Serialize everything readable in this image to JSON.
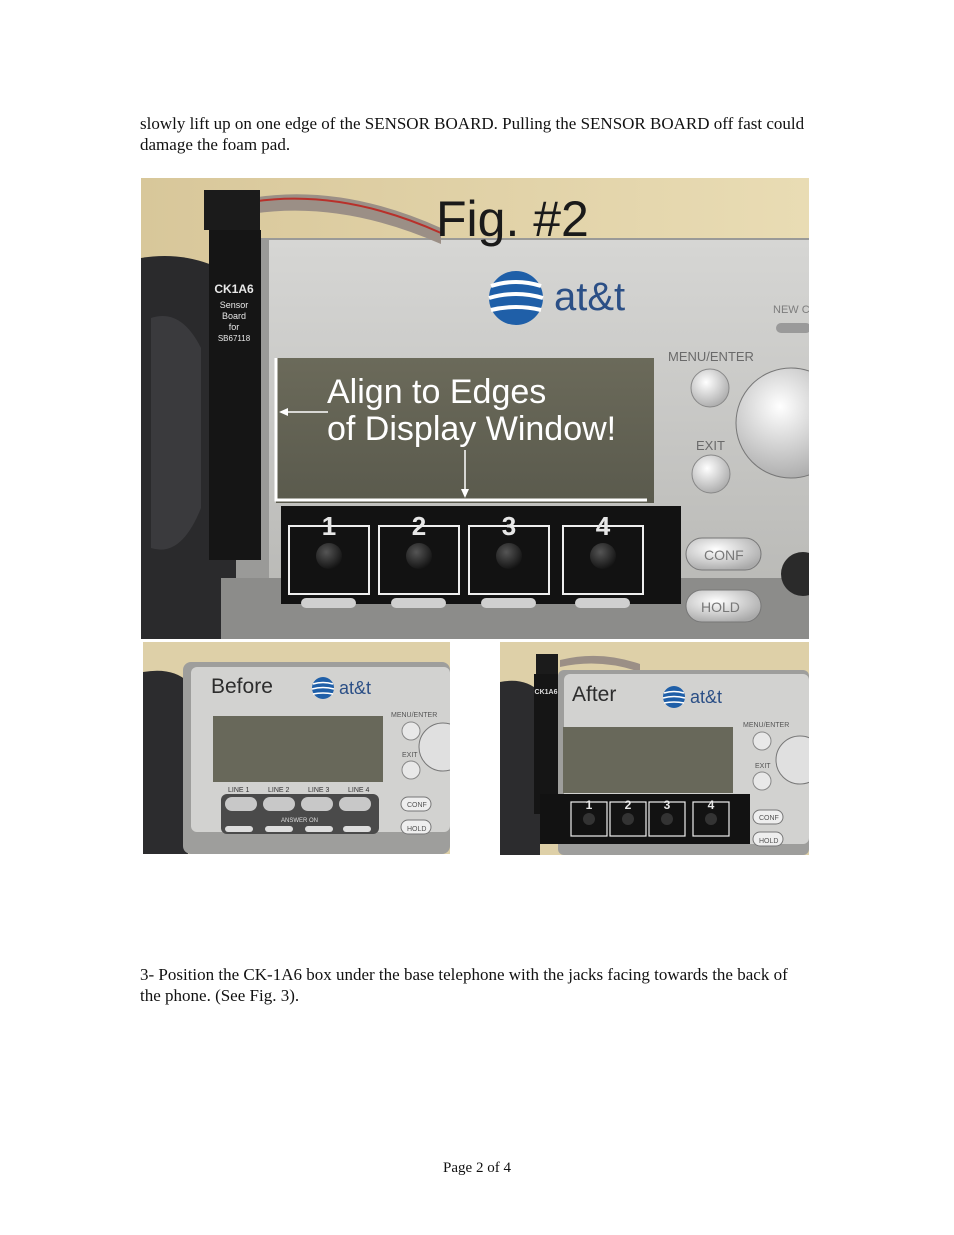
{
  "text": {
    "paragraph_top": "slowly lift up on one edge of the SENSOR BOARD. Pulling the SENSOR BOARD off fast could damage the foam pad.",
    "paragraph_step3": "3- Position the CK-1A6 box under the base telephone with the jacks facing towards the back of the phone. (See Fig. 3).",
    "footer": "Page 2 of 4"
  },
  "figure_main": {
    "title": "Fig. #2",
    "callout_line1": "Align to Edges",
    "callout_line2": "of Display Window!",
    "brand": "at&t",
    "sensor_label": [
      "CK1A6",
      "Sensor",
      "Board",
      "for",
      "SB67118"
    ],
    "buttons_right": [
      "MENU/ENTER",
      "EXIT",
      "CONF",
      "HOLD"
    ],
    "corner_text": "NEW C",
    "line_numbers": [
      "1",
      "2",
      "3",
      "4"
    ]
  },
  "figure_before": {
    "caption": "Before",
    "brand": "at&t",
    "line_labels": [
      "LINE 1",
      "LINE 2",
      "LINE 3",
      "LINE 4"
    ],
    "answer_label": "ANSWER ON",
    "buttons_right": [
      "MENU/ENTER",
      "EXIT",
      "CONF",
      "HOLD"
    ]
  },
  "figure_after": {
    "caption": "After",
    "brand": "at&t",
    "sensor_label": "CK1A6",
    "line_numbers": [
      "1",
      "2",
      "3",
      "4"
    ],
    "buttons_right": [
      "MENU/ENTER",
      "EXIT",
      "CONF",
      "HOLD"
    ]
  }
}
